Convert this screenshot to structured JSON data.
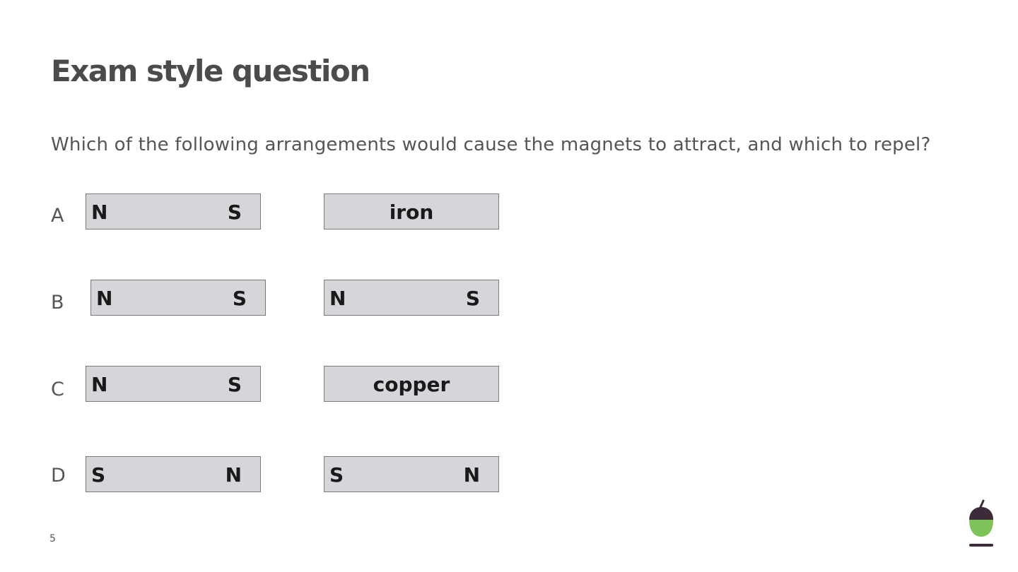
{
  "slide": {
    "title": "Exam style question",
    "question": "Which of the following arrangements would cause the magnets to attract, and which to repel?",
    "page_number": "5"
  },
  "options": [
    {
      "letter": "A",
      "left": {
        "pole1": "N",
        "pole2": "S"
      },
      "right": {
        "material": "iron"
      }
    },
    {
      "letter": "B",
      "left": {
        "pole1": "N",
        "pole2": "S"
      },
      "right": {
        "pole1": "N",
        "pole2": "S"
      }
    },
    {
      "letter": "C",
      "left": {
        "pole1": "N",
        "pole2": "S"
      },
      "right": {
        "material": "copper"
      }
    },
    {
      "letter": "D",
      "left": {
        "pole1": "S",
        "pole2": "N"
      },
      "right": {
        "pole1": "S",
        "pole2": "N"
      }
    }
  ],
  "logo": {
    "icon": "acorn-icon",
    "colors": {
      "cap": "#3d2b3a",
      "body": "#7fc25a",
      "shadow": "#3d2b3a"
    }
  }
}
